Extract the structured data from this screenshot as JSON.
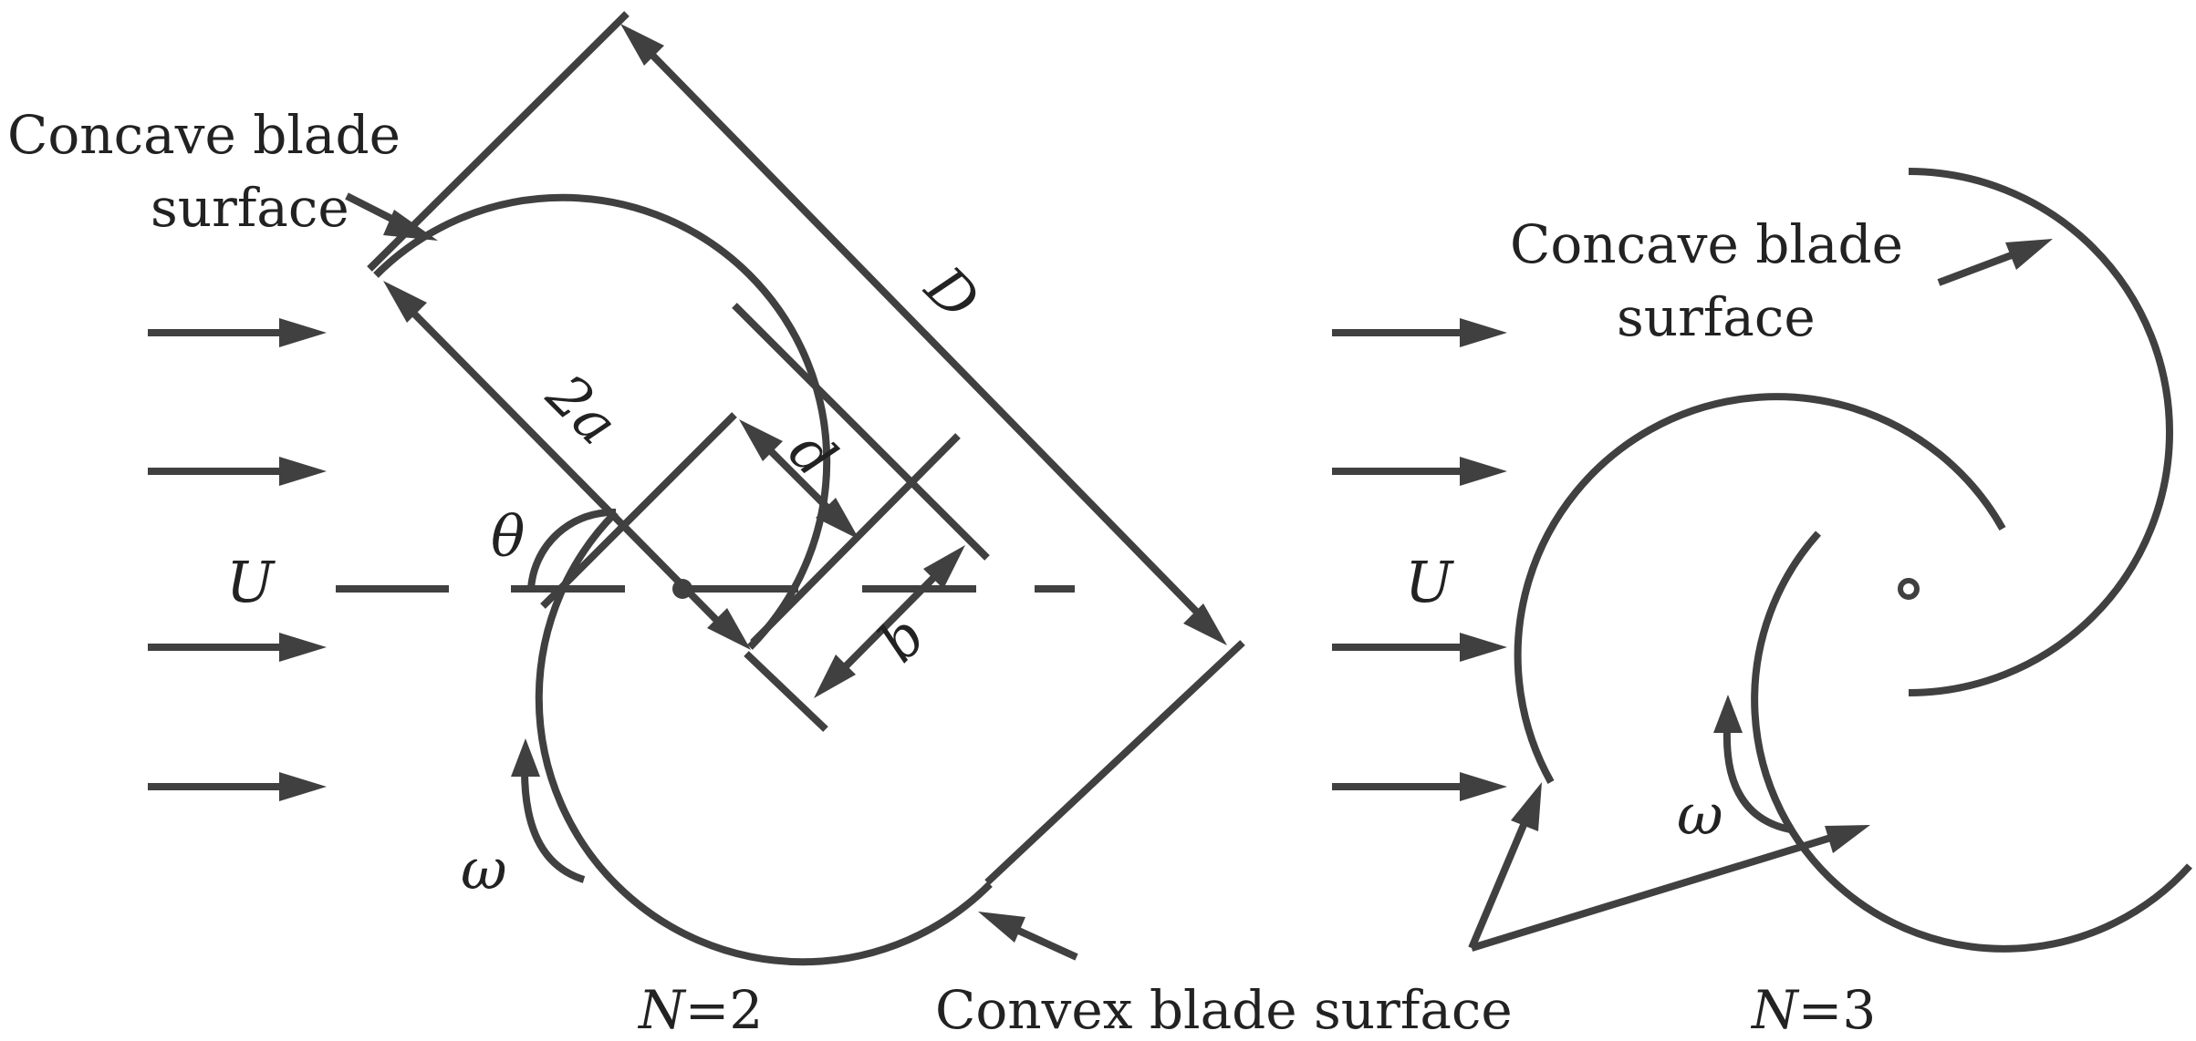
{
  "left_rotor": {
    "concave_label_line1": "Concave blade",
    "concave_label_line2": "surface",
    "dim_D": "D",
    "dim_2a": "2a",
    "dim_d": "d",
    "dim_b": "b",
    "angle": "θ",
    "flow": "U",
    "rotation": "ω",
    "count_label_italic": "N",
    "count_label_rest": "=2"
  },
  "right_rotor": {
    "concave_label_line1": "Concave blade",
    "concave_label_line2": "surface",
    "flow": "U",
    "rotation": "ω",
    "count_label_italic": "N",
    "count_label_rest": "=3"
  },
  "convex_label": "Convex blade surface",
  "colors": {
    "stroke": "#404040",
    "text": "#222222",
    "background": "#ffffff"
  }
}
